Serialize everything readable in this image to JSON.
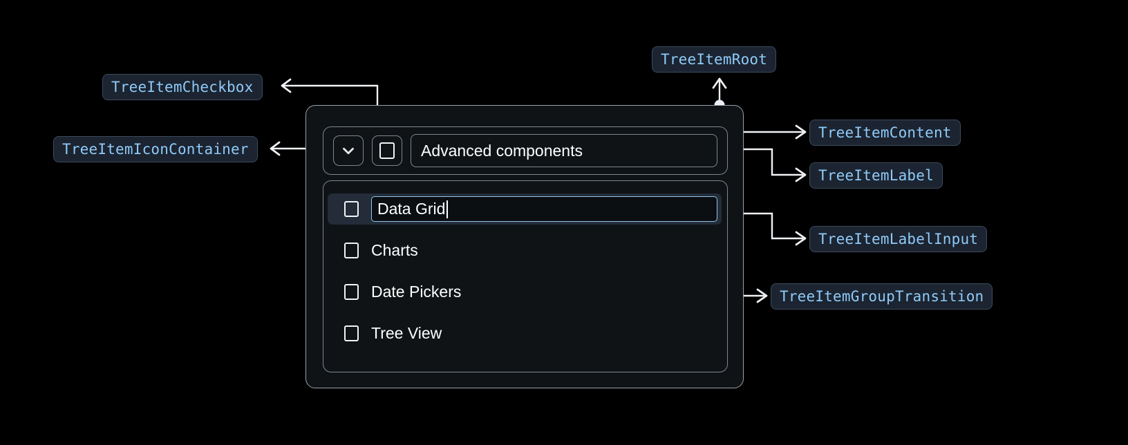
{
  "background": "#000000",
  "annotations": [
    {
      "id": "tree-item-checkbox",
      "label": "TreeItemCheckbox"
    },
    {
      "id": "tree-item-icon-container",
      "label": "TreeItemIconContainer"
    },
    {
      "id": "tree-item-root",
      "label": "TreeItemRoot"
    },
    {
      "id": "tree-item-content",
      "label": "TreeItemContent"
    },
    {
      "id": "tree-item-label",
      "label": "TreeItemLabel"
    },
    {
      "id": "tree-item-label-input",
      "label": "TreeItemLabelInput"
    },
    {
      "id": "tree-item-group-transition",
      "label": "TreeItemGroupTransition"
    }
  ],
  "tree": {
    "root": {
      "expand_icon": "chevron-down-icon",
      "checkbox_checked": false,
      "label": "Advanced components"
    },
    "children": [
      {
        "label": "Data Grid",
        "checked": false,
        "editing": true,
        "selected": true
      },
      {
        "label": "Charts",
        "checked": false,
        "editing": false,
        "selected": false
      },
      {
        "label": "Date Pickers",
        "checked": false,
        "editing": false,
        "selected": false
      },
      {
        "label": "Tree View",
        "checked": false,
        "editing": false,
        "selected": false
      }
    ]
  },
  "colors": {
    "chip_bg": "#1b2430",
    "chip_border": "#3d4a5c",
    "chip_text": "#90caf9",
    "card_bg": "#0f1316",
    "card_border": "#9aa3ab",
    "inner_border": "#7e878f",
    "selected_row": "#232c38",
    "input_border": "#93c6ef",
    "connector": "#f0f3f6",
    "text": "#ffffff"
  }
}
